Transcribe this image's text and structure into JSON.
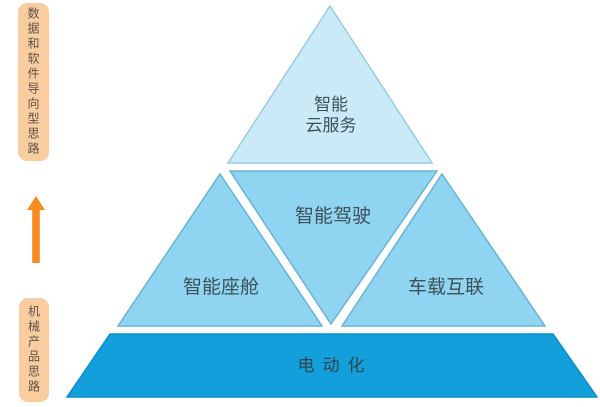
{
  "side_annotations": {
    "top_label": "数据和软件导向型思路",
    "bottom_label": "机械产品思路",
    "label_bg": "#F9CD9F",
    "arrow_color": "#F68B1F"
  },
  "pyramid": {
    "top": {
      "label_line1": "智能",
      "label_line2": "云服务"
    },
    "middle_left": {
      "label": "智能座舱"
    },
    "middle_center": {
      "label": "智能驾驶"
    },
    "middle_right": {
      "label": "车载互联"
    },
    "base": {
      "label": "电动化"
    }
  },
  "colors": {
    "top_fill": "#CBEAF7",
    "top_stroke": "#97CCE0",
    "mid_fill": "#8FD4F1",
    "mid_stroke": "#68B4D4",
    "base_fill": "#129FDB",
    "base_stroke": "#0D90C8"
  }
}
